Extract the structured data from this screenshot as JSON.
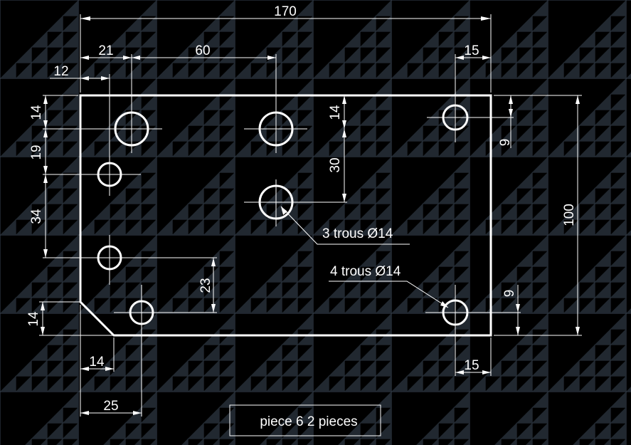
{
  "drawing": {
    "units_note": "",
    "dimensions": {
      "overall_width": "170",
      "overall_height": "100",
      "left_to_hole1": "21",
      "hole1_to_hole2": "60",
      "right_edge_to_hole": "15",
      "left_to_small_hole": "12",
      "top_to_hole_row": "14",
      "hole_row_to_left_hole": "19",
      "left_hole_spacing": "34",
      "center_hole_top": "14",
      "center_hole_gap": "30",
      "right_top_hole_offset": "9",
      "right_bottom_hole_offset": "9",
      "lower_hole_height": "23",
      "chamfer_height": "14",
      "chamfer_width": "14",
      "bottom_hole_offset": "25",
      "bottom_right_offset": "15"
    },
    "notes": {
      "three_holes": "3 trous Ø14",
      "four_holes": "4 trous Ø14"
    },
    "title_box": {
      "label": "piece 6  2 pieces"
    }
  }
}
